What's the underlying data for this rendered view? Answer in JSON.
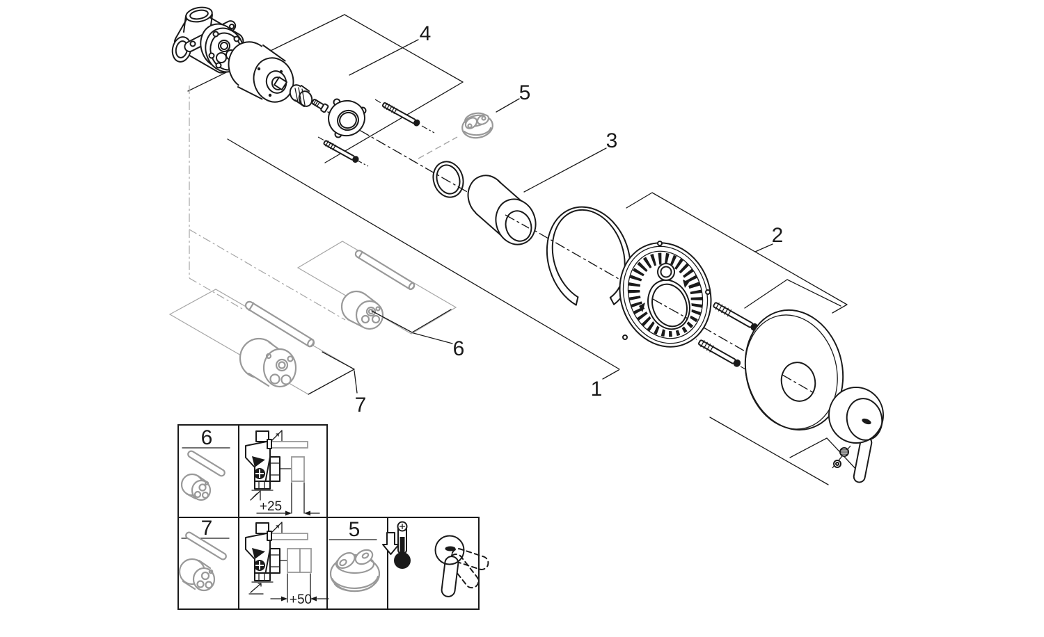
{
  "diagram": {
    "type": "exploded-parts-diagram",
    "callouts": {
      "c1": "1",
      "c2": "2",
      "c3": "3",
      "c4": "4",
      "c5": "5",
      "c6": "6",
      "c7": "7"
    },
    "parts": {
      "1": "trim-set-sleeve-escutcheon-handle",
      "2": "mounting-plate-with-screws",
      "3": "sleeve",
      "4": "rough-in-valve-set",
      "5": "temperature-limiter",
      "6": "extension-set-25mm",
      "7": "extension-set-50mm"
    }
  },
  "insets": {
    "box6": {
      "label": "6",
      "dimension": "+25"
    },
    "box7": {
      "label": "7",
      "dimension": "+50"
    },
    "box5": {
      "label": "5"
    },
    "icons": [
      "thermometer-icon",
      "down-arrow-icon",
      "handle-rotation-icon",
      "wall-level-icon"
    ]
  },
  "colors": {
    "line": "#1a1a1a",
    "accessory": "#999999",
    "background": "#ffffff"
  }
}
